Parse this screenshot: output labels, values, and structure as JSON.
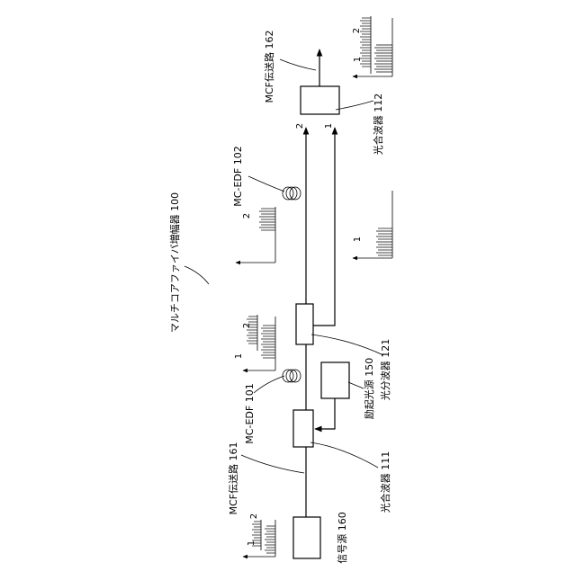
{
  "title": "マルチコアファイバ増幅器 100",
  "components": {
    "signal_source": "信号源 160",
    "mcf_in": "MCF伝送路 161",
    "combiner_in": "光合波器 111",
    "pump": "励起光源 150",
    "edf1": "MC-EDF 101",
    "splitter": "光分波器 121",
    "edf2": "MC-EDF 102",
    "combiner_out": "光合波器 112",
    "mcf_out": "MCF伝送路 162"
  },
  "core_labels": {
    "one": "1",
    "two": "2"
  }
}
